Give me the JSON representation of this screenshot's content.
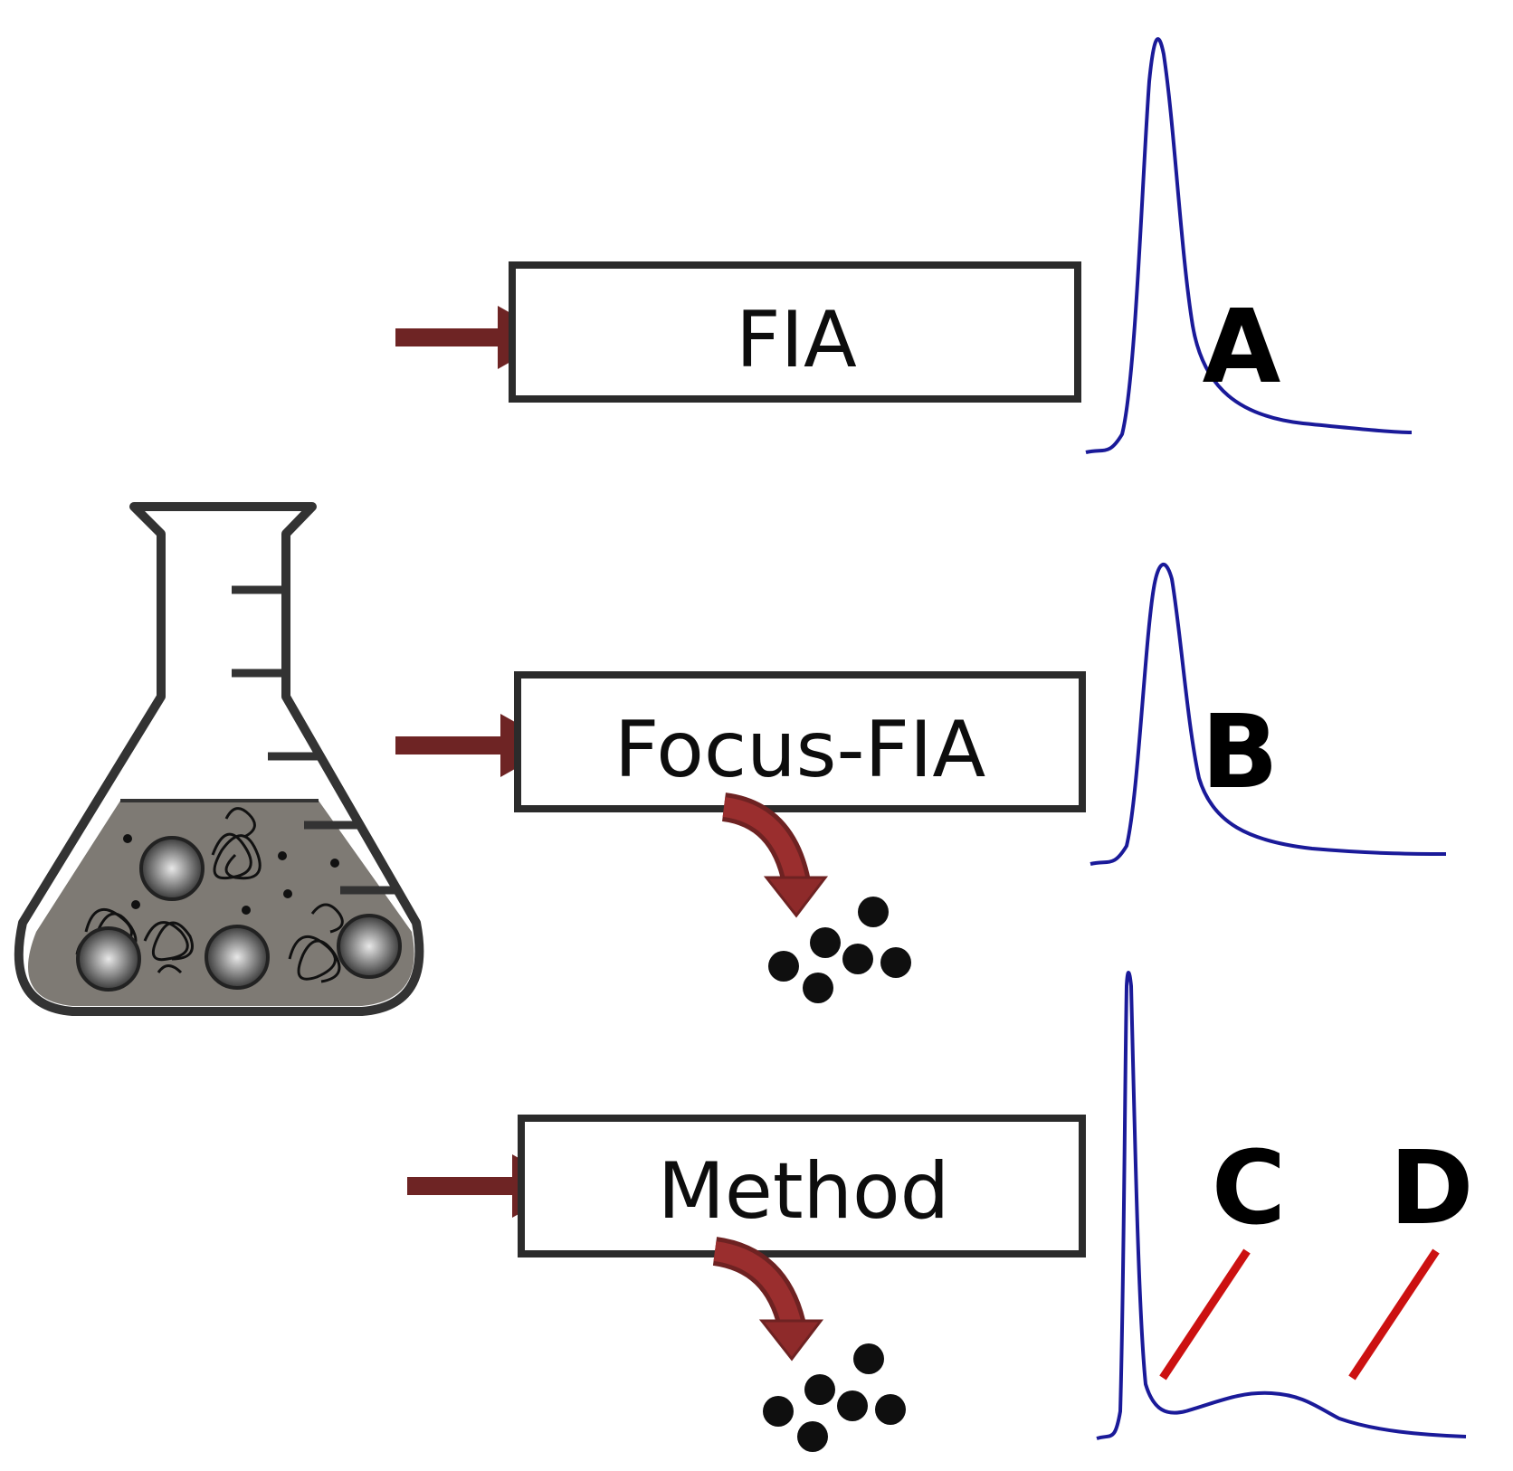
{
  "stages": [
    {
      "label": "FIA",
      "peak_letter": "A"
    },
    {
      "label": "Focus-FIA",
      "peak_letter": "B"
    },
    {
      "label": "Method",
      "peak_letters": [
        "C",
        "D"
      ]
    }
  ],
  "colors": {
    "arrow": "#6e2424",
    "curve_arrow": "#8e2a2a",
    "signal": "#1a1a99",
    "marker": "#cc1111",
    "box_stroke": "#2b2b2b",
    "flask_stroke": "#333333",
    "liquid": "#7e7a74"
  },
  "icons": [
    "flask-icon",
    "particles-icon"
  ]
}
